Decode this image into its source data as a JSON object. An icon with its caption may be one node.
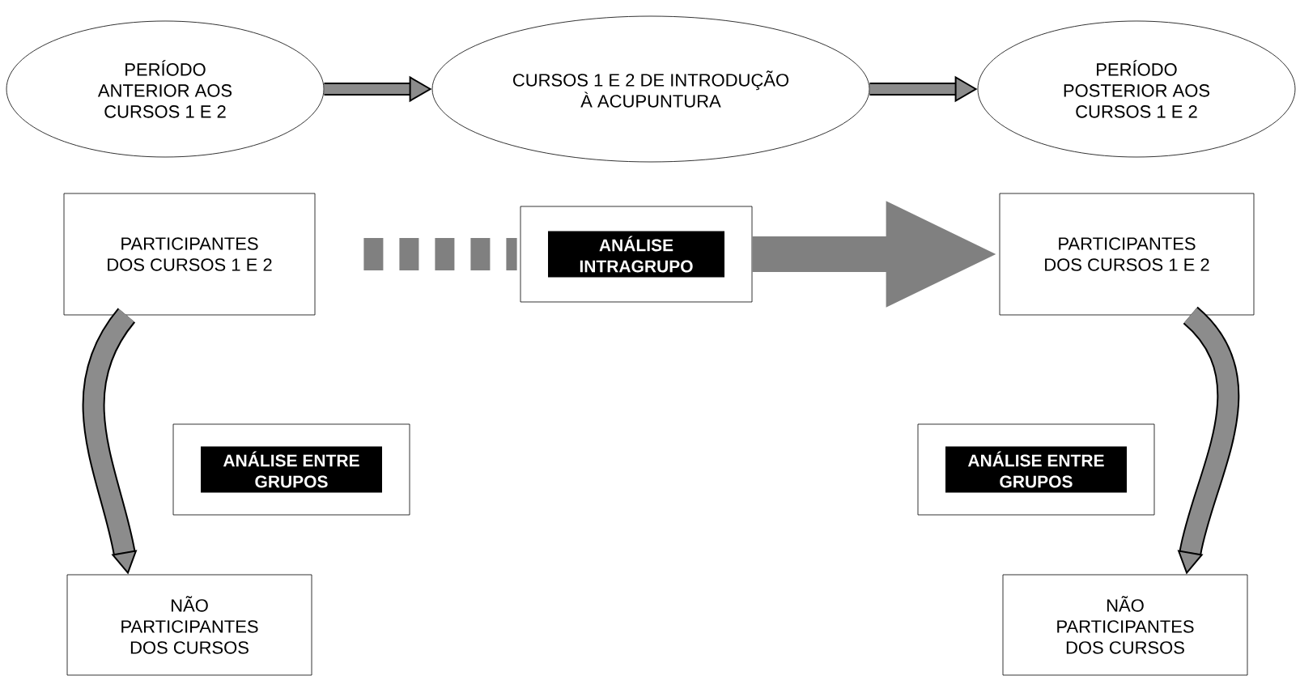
{
  "diagram": {
    "nodes": [
      {
        "text": [
          "PERÍODO ANTERIOR AOS CURSOS 1 E 2"
        ]
      },
      {
        "text": [
          "CURSOS 1 E 2 DE INTRODUÇÃO À ACUPUNTURA"
        ]
      },
      {
        "text": [
          "PERÍODO POSTERIOR AOS CURSOS 1 E 2"
        ]
      },
      {
        "text": [
          "PARTICIPANTES DOS CURSOS 1 E 2"
        ]
      },
      {
        "text": [
          "ANÁLISE INTRAGRUPO"
        ]
      },
      {
        "text": [
          "PARTICIPANTES DOS CURSOS 1 E 2"
        ]
      },
      {
        "text": [
          "ANÁLISE ENTRE GRUPOS"
        ]
      },
      {
        "text": [
          "ANÁLISE ENTRE GRUPOS"
        ]
      },
      {
        "text": [
          "NÃO PARTICIPANTES DOS CURSOS"
        ]
      },
      {
        "text": [
          "NÃO PARTICIPANTES DOS CURSOS"
        ]
      }
    ],
    "edges": [
      {
        "from": 0,
        "to": 1,
        "arrow": "to"
      },
      {
        "from": 1,
        "to": 2,
        "arrow": "to"
      },
      {
        "from": 3,
        "to": 4,
        "arrow": "none",
        "style": "dashed",
        "color": "#808080"
      },
      {
        "from": 4,
        "to": 5,
        "arrow": "to",
        "color": "#808080"
      },
      {
        "from": 3,
        "to": 8,
        "arrow": "to"
      },
      {
        "from": 5,
        "to": 9,
        "arrow": "to"
      }
    ]
  }
}
